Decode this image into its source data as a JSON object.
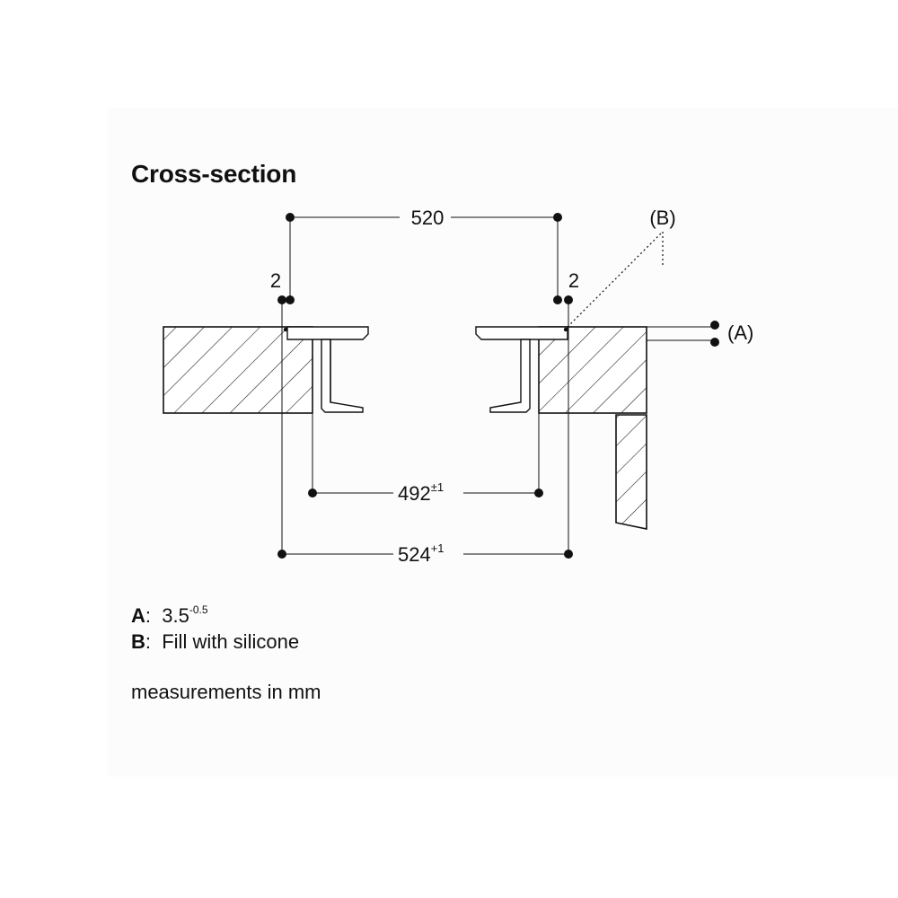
{
  "title": "Cross-section",
  "dimensions": {
    "top_width": "520",
    "gap_left": "2",
    "gap_right": "2",
    "inner_width": "492",
    "inner_width_tol": "±1",
    "outer_width": "524",
    "outer_width_tol": "+1",
    "label_b": "(B)",
    "label_a": "(A)"
  },
  "legend": {
    "a_key": "A",
    "a_value": "3.5",
    "a_tol": "-0.5",
    "b_key": "B",
    "b_value": "Fill with silicone"
  },
  "note": "measurements in mm"
}
